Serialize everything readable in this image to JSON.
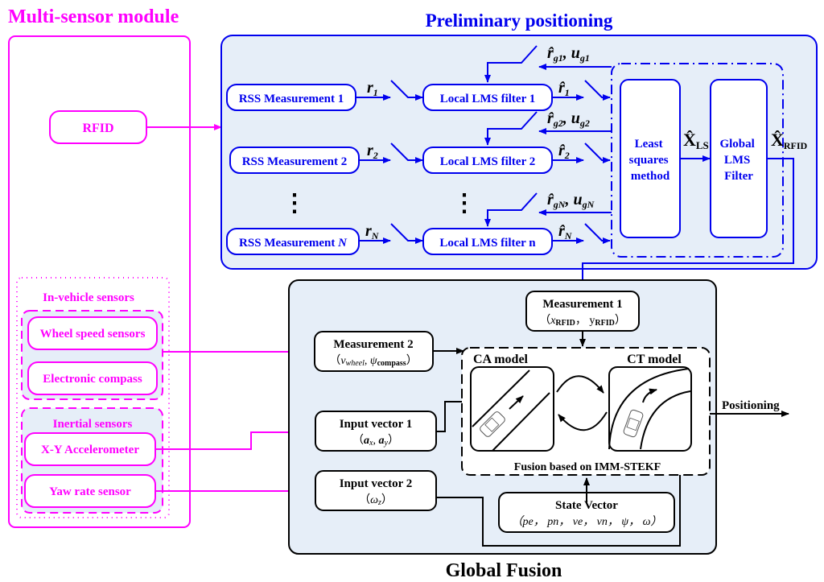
{
  "colors": {
    "sensor": "#ff00ff",
    "preliminary": "#0000ee",
    "fusion": "#000000",
    "panel_fill": "#e6eef8"
  },
  "multi_sensor": {
    "title": "Multi-sensor module",
    "rfid": "RFID",
    "in_vehicle": {
      "title": "In-vehicle sensors",
      "items": [
        "Wheel speed sensors",
        "Electronic compass"
      ]
    },
    "inertial": {
      "title": "Inertial sensors",
      "items": [
        "X-Y Accelerometer",
        "Yaw rate sensor"
      ]
    }
  },
  "preliminary": {
    "title": "Preliminary positioning",
    "rss": [
      "RSS Measurement 1",
      "RSS Measurement 2",
      "RSS Measurement "
    ],
    "rss_n_suffix": "N",
    "filters": [
      "Local LMS filter 1",
      "Local LMS filter 2",
      "Local LMS filter n"
    ],
    "r_labels": [
      {
        "base": "r",
        "sub": "1"
      },
      {
        "base": "r",
        "sub": "2"
      },
      {
        "base": "r",
        "sub": "N"
      }
    ],
    "rhat_labels": [
      {
        "base": "r̂",
        "sub": "1"
      },
      {
        "base": "r̂",
        "sub": "2"
      },
      {
        "base": "r̂",
        "sub": "N"
      }
    ],
    "feedback_labels": [
      {
        "r": "r̂",
        "rsub": "g1",
        "u": "u",
        "usub": "g1"
      },
      {
        "r": "r̂",
        "rsub": "g2",
        "u": "u",
        "usub": "g2"
      },
      {
        "r": "r̂",
        "rsub": "gN",
        "u": "u",
        "usub": "gN"
      }
    ],
    "ellipsis": "⋮",
    "least_squares": [
      "Least",
      "squares",
      "method"
    ],
    "global_lms": [
      "Global",
      "LMS",
      "Filter"
    ],
    "x_ls": {
      "base": "X̂",
      "sub": "LS"
    },
    "x_rfid": {
      "base": "X̂",
      "sub": "RFID"
    }
  },
  "fusion": {
    "title": "Global Fusion",
    "measurement1": {
      "title": "Measurement 1",
      "formula": "（xRFID， yRFID）",
      "x": "x",
      "xsub": "RFID",
      "y": "y",
      "ysub": "RFID"
    },
    "measurement2": {
      "title": "Measurement 2",
      "v": "v",
      "vsub": "wheel",
      "psi": "ψ",
      "psisub": "compass"
    },
    "input1": {
      "title": "Input vector 1",
      "a": "a",
      "ax": "x",
      "ay": "y"
    },
    "input2": {
      "title": "Input vector 2",
      "w": "ω",
      "wsub": "z"
    },
    "ca_model": "CA model",
    "ct_model": "CT model",
    "imm_label": "Fusion based on IMM-STEKF",
    "state_vector": {
      "title": "State Vector",
      "components": "（pe， pn， ve， vn， ψ， ω）"
    },
    "output": "Positioning"
  }
}
